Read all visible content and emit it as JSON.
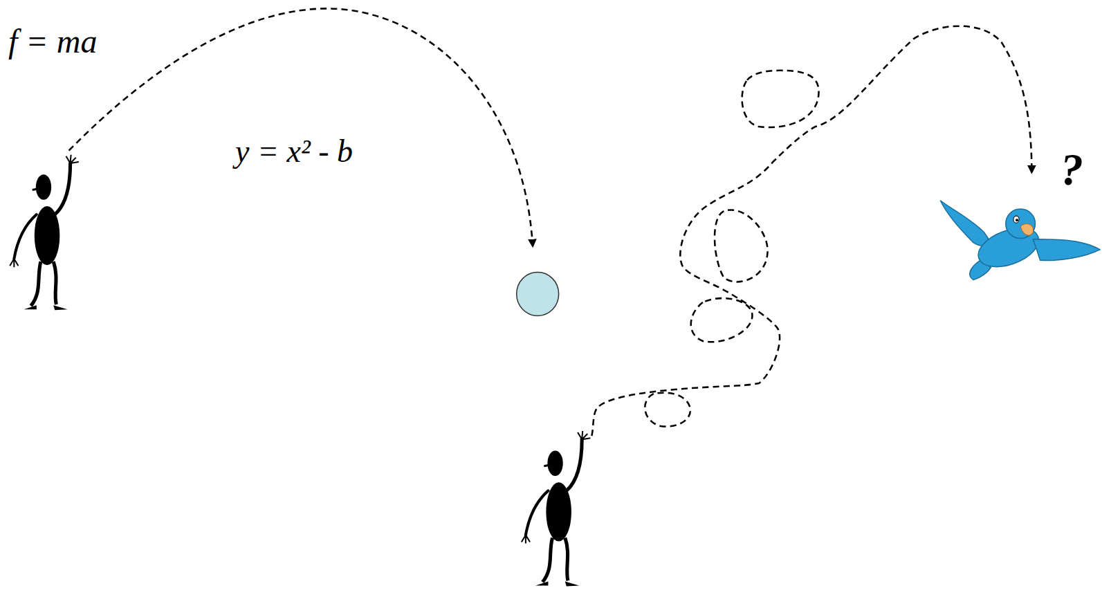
{
  "diagram": {
    "labels": [
      "f = ma",
      "y = x² - b",
      "?"
    ]
  }
}
